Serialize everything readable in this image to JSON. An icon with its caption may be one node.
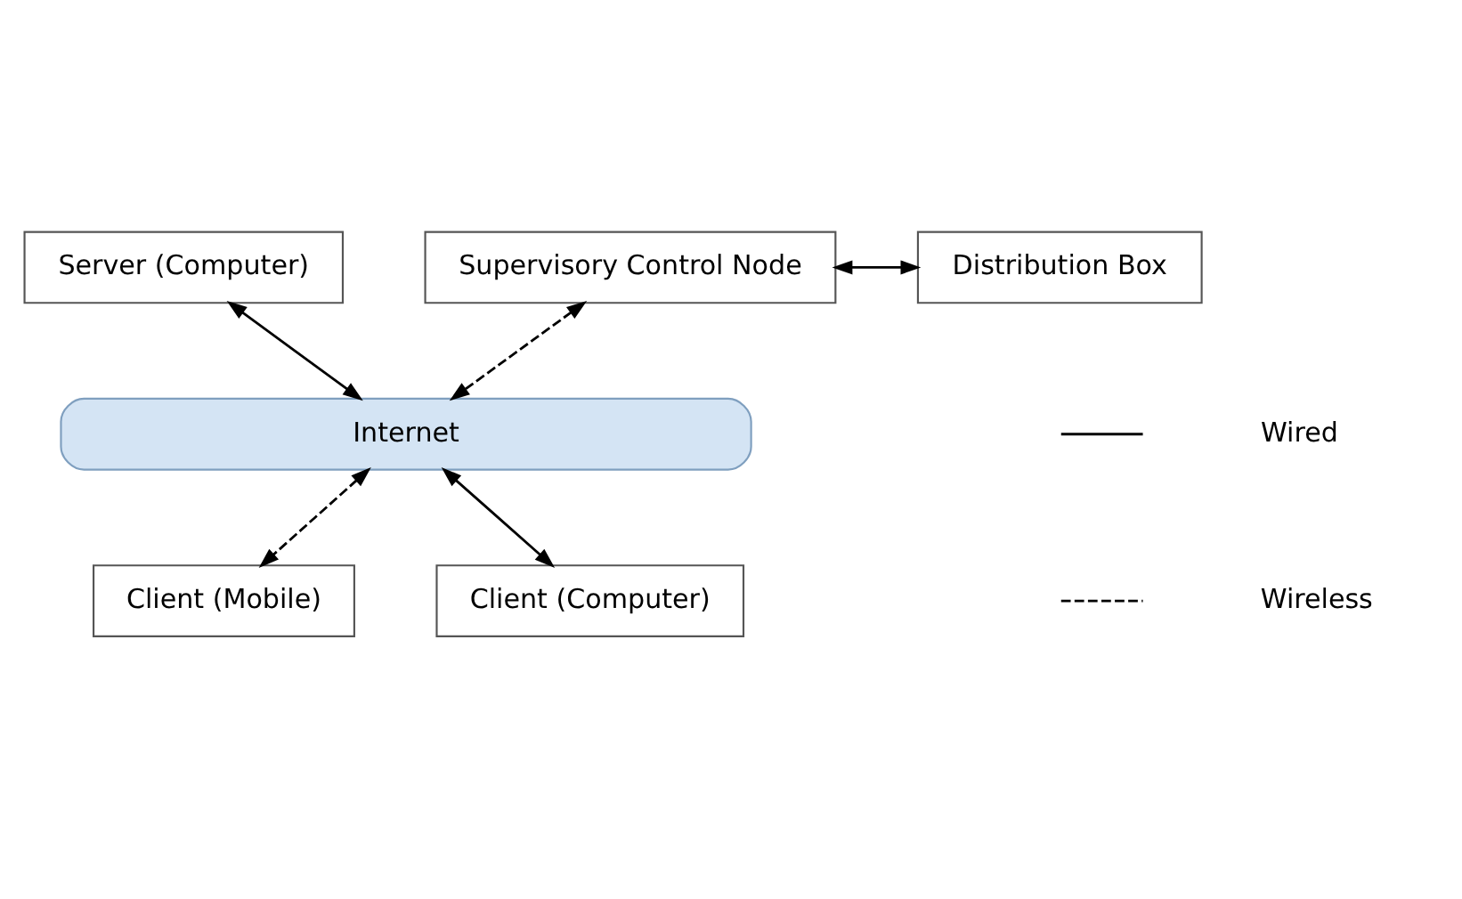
{
  "diagram": {
    "nodes": [
      {
        "text": [
          "Server (Computer)"
        ]
      },
      {
        "text": [
          "Supervisory Control Node"
        ]
      },
      {
        "text": [
          "Distribution Box"
        ]
      },
      {
        "text": [
          "Internet"
        ]
      },
      {
        "text": [
          "Client (Mobile)"
        ]
      },
      {
        "text": [
          "Client (Computer)"
        ]
      }
    ],
    "edges": [
      {
        "from": 1,
        "to": 2,
        "arrow": "both"
      },
      {
        "from": 0,
        "to": 3,
        "arrow": "both"
      },
      {
        "from": 1,
        "to": 3,
        "arrow": "both",
        "style": "dashed"
      },
      {
        "from": 3,
        "to": 4,
        "arrow": "both",
        "style": "dashed"
      },
      {
        "from": 3,
        "to": 5,
        "arrow": "both"
      }
    ],
    "legend": [
      {
        "text": "Wired"
      },
      {
        "text": "Wireless"
      }
    ]
  }
}
